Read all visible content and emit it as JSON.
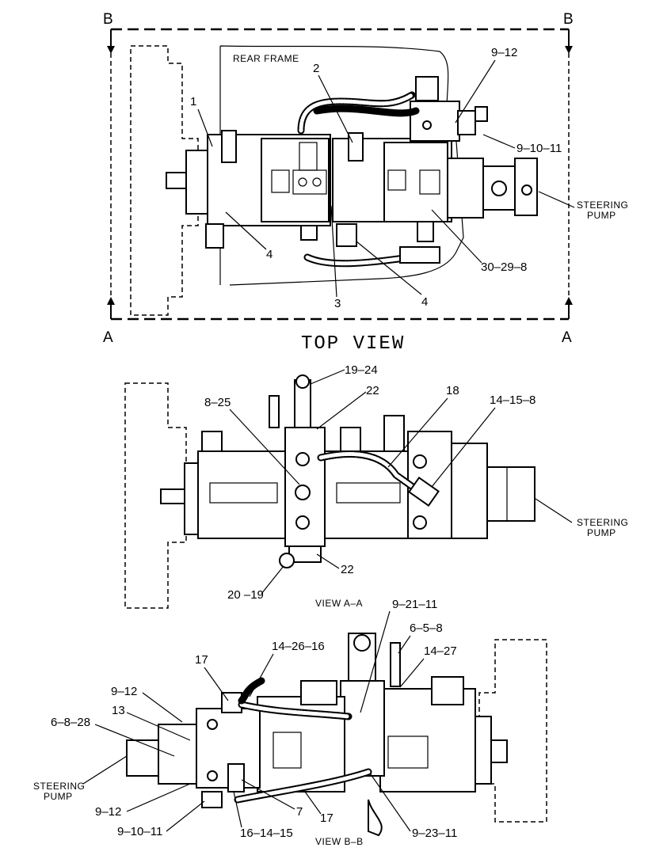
{
  "top_view": {
    "title": "TOP VIEW",
    "section_left_top": "B",
    "section_right_top": "B",
    "section_left_bottom": "A",
    "section_right_bottom": "A",
    "frame_label": "REAR FRAME",
    "steering_pump_line1": "STEERING",
    "steering_pump_line2": "PUMP",
    "callouts": [
      "1",
      "2",
      "9–12",
      "9–10–11",
      "4",
      "3",
      "4",
      "30–29–8"
    ]
  },
  "view_a": {
    "title": "VIEW  A–A",
    "steering_pump_line1": "STEERING",
    "steering_pump_line2": "PUMP",
    "callouts": [
      "19–24",
      "22",
      "8–25",
      "18",
      "14–15–8",
      "22",
      "20 –19"
    ]
  },
  "view_b": {
    "title": "VIEW  B–B",
    "steering_pump_line1": "STEERING",
    "steering_pump_line2": "PUMP",
    "callouts": [
      "9–21–11",
      "6–5–8",
      "17",
      "14–26–16",
      "14–27",
      "9–12",
      "13",
      "6–8–28",
      "9–12",
      "9–10–11",
      "16–14–15",
      "7",
      "17",
      "9–23–11"
    ]
  }
}
